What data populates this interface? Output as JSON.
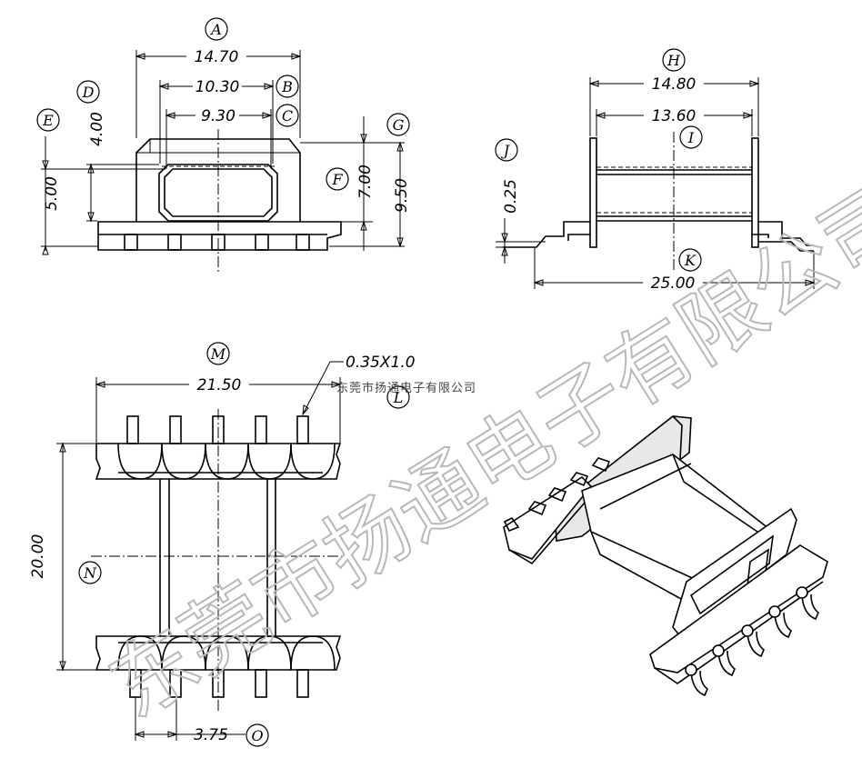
{
  "dimensions": {
    "A": "14.70",
    "B": "10.30",
    "C": "9.30",
    "D": "4.00",
    "E": "5.00",
    "F": "7.00",
    "G": "9.50",
    "H": "14.80",
    "I": "13.60",
    "J": "0.25",
    "K": "25.00",
    "L": "0.35X1.0",
    "M": "21.50",
    "N": "20.00",
    "O": "3.75"
  },
  "callouts": {
    "A": "A",
    "B": "B",
    "C": "C",
    "D": "D",
    "E": "E",
    "F": "F",
    "G": "G",
    "H": "H",
    "I": "I",
    "J": "J",
    "K": "K",
    "L": "L",
    "M": "M",
    "N": "N",
    "O": "O"
  },
  "watermark": {
    "large": "东莞市扬通电子有限公司",
    "small": "东莞市扬通电子有限公司"
  }
}
